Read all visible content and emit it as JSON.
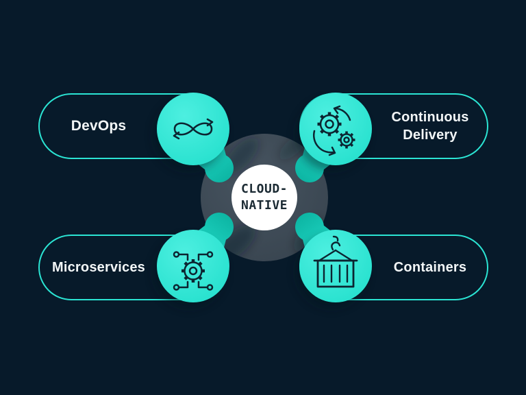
{
  "center": {
    "label": "CLOUD-NATIVE",
    "line1": "CLOUD-",
    "line2": "NATIVE"
  },
  "nodes": [
    {
      "id": "devops",
      "label": "DevOps",
      "icon": "infinity-loop-icon",
      "position": "top-left"
    },
    {
      "id": "continuous-delivery",
      "label": "Continuous Delivery",
      "label_line1": "Continuous",
      "label_line2": "Delivery",
      "icon": "gears-cycle-icon",
      "position": "top-right"
    },
    {
      "id": "microservices",
      "label": "Microservices",
      "icon": "gear-network-icon",
      "position": "bottom-left"
    },
    {
      "id": "containers",
      "label": "Containers",
      "icon": "shipping-container-icon",
      "position": "bottom-right"
    }
  ],
  "colors": {
    "background": "#071a2a",
    "teal_bright": "#3feadb",
    "teal_dark": "#0cb4a2",
    "pill_border": "#2be4d3",
    "label_text": "#f2f6f7",
    "hub_fill": "#ffffff",
    "hub_text": "#1b2a33",
    "gray_circle": "#3d4a55",
    "icon_stroke": "#0c2531"
  }
}
